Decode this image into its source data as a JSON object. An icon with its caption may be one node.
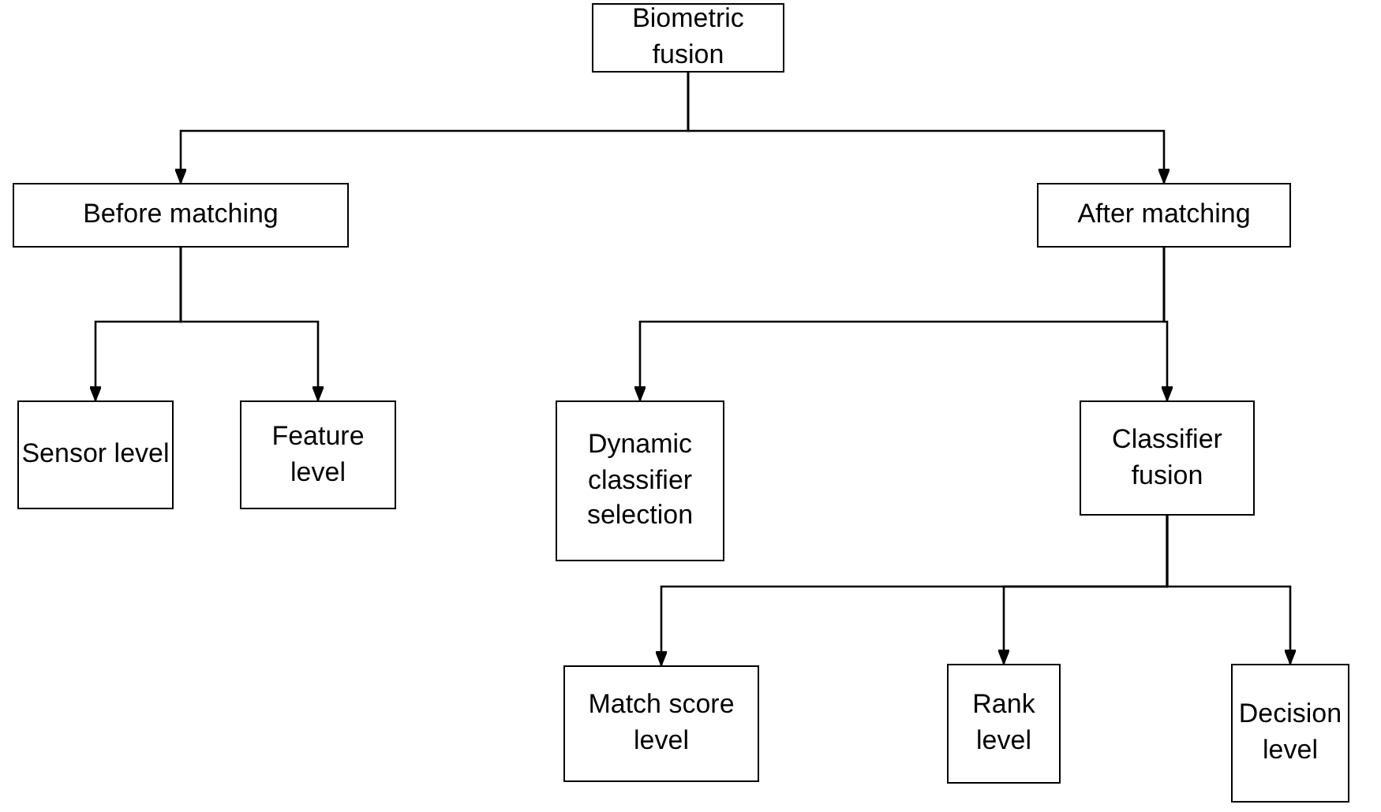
{
  "diagram": {
    "nodes": [
      {
        "text": [
          "Biometric fusion"
        ]
      },
      {
        "text": [
          "Before matching"
        ]
      },
      {
        "text": [
          "After matching"
        ]
      },
      {
        "text": [
          "Sensor level"
        ]
      },
      {
        "text": [
          "Feature level"
        ]
      },
      {
        "text": [
          "Dynamic classifier selection"
        ]
      },
      {
        "text": [
          "Classifier fusion"
        ]
      },
      {
        "text": [
          "Match score level"
        ]
      },
      {
        "text": [
          "Rank level"
        ]
      },
      {
        "text": [
          "Decision level"
        ]
      }
    ],
    "edges": [
      {
        "from": 0,
        "to": 1,
        "arrow": "to"
      },
      {
        "from": 0,
        "to": 2,
        "arrow": "to"
      },
      {
        "from": 1,
        "to": 3,
        "arrow": "to"
      },
      {
        "from": 1,
        "to": 4,
        "arrow": "to"
      },
      {
        "from": 2,
        "to": 5,
        "arrow": "to"
      },
      {
        "from": 2,
        "to": 6,
        "arrow": "to"
      },
      {
        "from": 6,
        "to": 7,
        "arrow": "to"
      },
      {
        "from": 6,
        "to": 8,
        "arrow": "to"
      },
      {
        "from": 6,
        "to": 9,
        "arrow": "to"
      }
    ]
  }
}
